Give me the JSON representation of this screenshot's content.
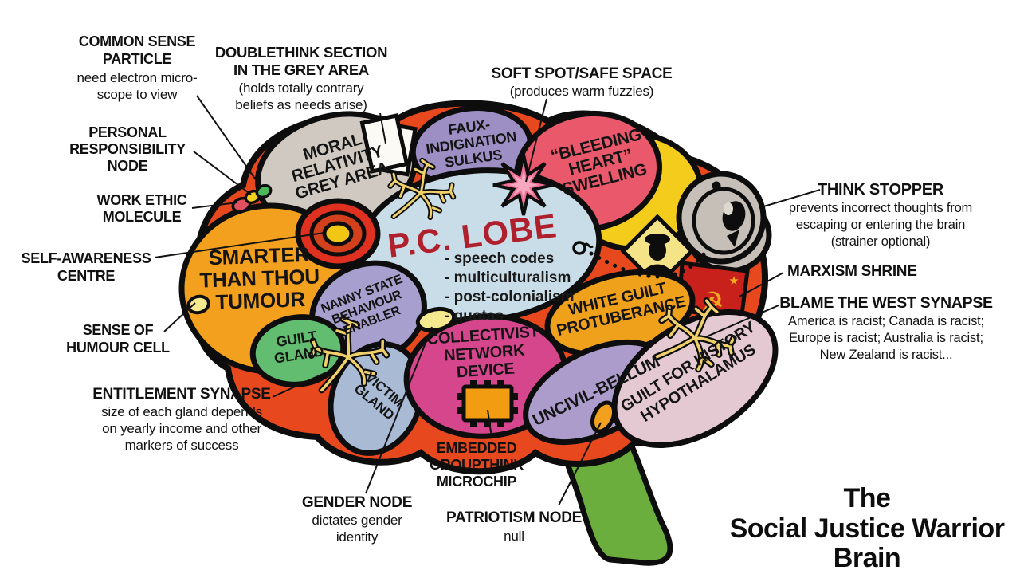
{
  "title": {
    "lines": [
      "The",
      "Social Justice Warrior",
      "Brain"
    ]
  },
  "regions": {
    "moral": {
      "lines": [
        "MORAL",
        "RELATIVITY",
        "GREY AREA"
      ]
    },
    "faux": {
      "lines": [
        "FAUX-",
        "INDIGNATION",
        "SULKUS"
      ]
    },
    "bleeding": {
      "lines": [
        "“BLEEDING",
        "HEART”",
        "SWELLING"
      ]
    },
    "smarter": {
      "lines": [
        "SMARTER",
        "THAN THOU",
        "TUMOUR"
      ]
    },
    "nanny": {
      "lines": [
        "NANNY STATE",
        "BEHAVIOUR",
        "ENABLER"
      ]
    },
    "guilt_gland": {
      "lines": [
        "GUILT",
        "GLAND"
      ]
    },
    "victim": {
      "lines": [
        "VICTIM",
        "GLAND"
      ]
    },
    "collectivist": {
      "lines": [
        "COLLECTIVIST",
        "NETWORK",
        "DEVICE"
      ]
    },
    "white_guilt": {
      "lines": [
        "WHITE GUILT",
        "PROTUBERANCE"
      ]
    },
    "uncivil": {
      "lines": [
        "UNCIVIL-BELLUM"
      ]
    },
    "guilt_history": {
      "lines": [
        "GUILT FOR HISTORY",
        "HYPOTHALAMUS"
      ]
    },
    "pc_lobe": {
      "title": "P.C. LOBE",
      "items": [
        "- speech codes",
        "- multiculturalism",
        "- post-colonialism",
        "- quotas"
      ]
    }
  },
  "annotations": {
    "common_sense": {
      "t": [
        "COMMON SENSE",
        "PARTICLE"
      ],
      "s": [
        "need electron micro-",
        "scope to view"
      ]
    },
    "doublethink": {
      "t": [
        "DOUBLETHINK SECTION",
        "IN THE GREY AREA"
      ],
      "s": [
        "(holds totally contrary",
        "beliefs as needs arise)"
      ]
    },
    "soft_spot": {
      "t": [
        "SOFT SPOT/SAFE SPACE"
      ],
      "s": [
        "(produces warm fuzzies)"
      ]
    },
    "personal_responsibility": {
      "t": [
        "PERSONAL",
        "RESPONSIBILITY",
        "NODE"
      ]
    },
    "work_ethic": {
      "t": [
        "WORK ETHIC",
        "MOLECULE"
      ]
    },
    "self_awareness": {
      "t": [
        "SELF-AWARENESS",
        "CENTRE"
      ]
    },
    "sense_humour": {
      "t": [
        "SENSE OF",
        "HUMOUR CELL"
      ]
    },
    "entitlement": {
      "t": [
        "ENTITLEMENT SYNAPSE"
      ],
      "s": [
        "size of each gland depends",
        "on yearly income and other",
        "markers of success"
      ]
    },
    "gender": {
      "t": [
        "GENDER NODE"
      ],
      "s": [
        "dictates gender",
        "identity"
      ]
    },
    "embedded": {
      "t": [
        "EMBEDDED",
        "GROUPTHINK",
        "MICROCHIP"
      ]
    },
    "patriotism": {
      "t": [
        "PATRIOTISM NODE"
      ],
      "s": [
        "null"
      ]
    },
    "think_stopper": {
      "t": [
        "THINK STOPPER"
      ],
      "s": [
        "prevents incorrect thoughts from",
        "escaping or entering the brain",
        "(strainer optional)"
      ]
    },
    "marxism": {
      "t": [
        "MARXISM SHRINE"
      ]
    },
    "blame_west": {
      "t": [
        "BLAME THE WEST SYNAPSE"
      ],
      "s": [
        "America is racist; Canada is racist;",
        "Europe is racist; Australia is racist;",
        "New Zealand is racist..."
      ]
    }
  },
  "icons": {
    "hammer_sickle": "☭",
    "star": "★"
  },
  "colors": {
    "brain_background": "#E8481E",
    "moral_grey": "#CFC9C2",
    "faux_purple": "#9D8FC4",
    "bleeding_pink": "#E9586B",
    "swelling_yellow": "#F4CC1C",
    "pc_lobe_blue": "#C9DDE8",
    "pc_title_red": "#B0202C",
    "tumour_orange": "#F2A01E",
    "nanny_lavender": "#A7A0CE",
    "guilt_gland_green": "#62BD70",
    "victim_bluegrey": "#A8BAD4",
    "collectivist_magenta": "#D5468C",
    "white_guilt_orange": "#F0A11C",
    "uncivil_purple": "#AC9CCB",
    "guilt_history_rose": "#E5C9D2",
    "stem_green": "#6CAE3E",
    "plug_grey": "#C5BFB8",
    "flag_red": "#C8201A",
    "starburst_pink": "#EE6E96",
    "synapse_yellow": "#EFD06A",
    "outline_black": "#0d0d0d"
  }
}
